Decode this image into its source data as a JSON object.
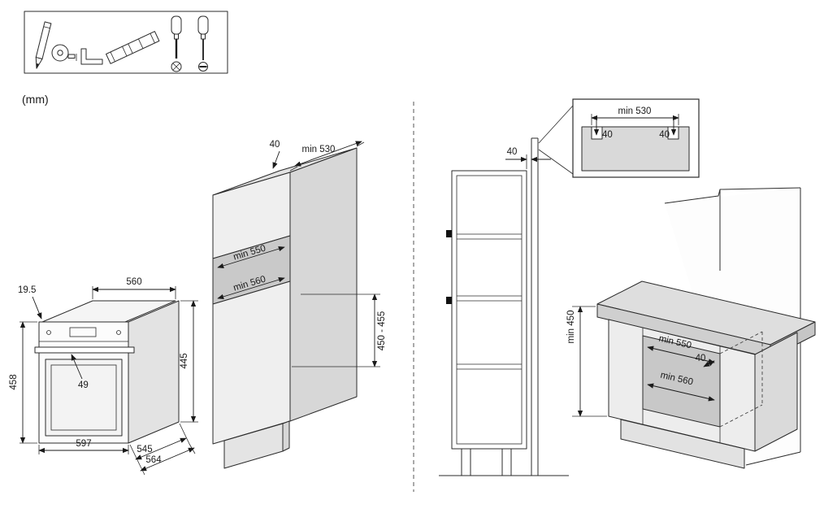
{
  "meta": {
    "units_label": "(mm)"
  },
  "tools_box": {
    "icons": [
      "pencil-icon",
      "tape-measure-icon",
      "hex-key-icon",
      "spirit-level-icon",
      "flat-screwdriver-icon",
      "phillips-screwdriver-icon"
    ]
  },
  "oven_view": {
    "front_offset": "19.5",
    "carcass_width": "560",
    "overall_height": "458",
    "handle_clearance": "49",
    "carcass_height": "445",
    "front_width": "597",
    "carcass_depth": "545",
    "overall_depth": "564"
  },
  "column_view": {
    "rear_gap": "40",
    "top_clearance_depth": "min 530",
    "niche_width": "min 550",
    "niche_depth": "min 560",
    "niche_height_range": "450 - 455"
  },
  "section_view": {
    "rear_gap": "40"
  },
  "top_detail_view": {
    "cutout_width": "min 530",
    "left_gap": "40",
    "right_gap": "40"
  },
  "base_cabinet_view": {
    "niche_height": "min 450",
    "niche_width": "min 550",
    "rear_gap": "40",
    "niche_depth": "min 560"
  }
}
